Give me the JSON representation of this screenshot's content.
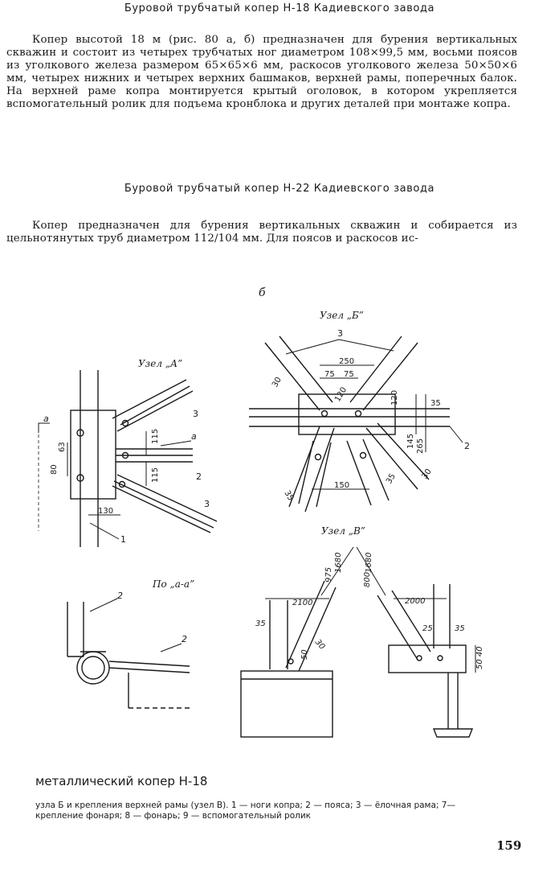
{
  "section1": {
    "heading": "Буровой трубчатый копер Н-18 Кадиевского завода",
    "paragraph": "Копер высотой 18 м (рис. 80 а, б) предназначен для бурения вертикальных скважин и состоит из четырех трубчатых ног диаметром 108×99,5 мм, восьми поясов из уголкового железа размером 65×65×6 мм, раскосов уголкового железа 50×50×6 мм, четырех нижних и четырех верхних башмаков, верхней рамы, поперечных балок. На верхней раме копра монтируется крытый оголовок, в котором укрепляется вспомогательный ролик для подъема кронблока и других деталей при монтаже копра."
  },
  "section2": {
    "heading": "Буровой трубчатый копер Н-22 Кадиевского завода",
    "paragraph": "Копер предназначен для бурения вертикальных скважин и собирается из цельнотянутых труб диаметром 112/104 мм. Для поясов и раскосов ис-"
  },
  "figure": {
    "panel_label": "б",
    "node_a": {
      "title": "Узел „А”",
      "labels": {
        "three_top": "3",
        "two": "2",
        "three_bottom": "3",
        "one": "1",
        "a": "а",
        "a_mark": "а"
      },
      "dims": {
        "d115_top": "115",
        "d115_bottom": "115",
        "d130": "130",
        "d80": "80",
        "d63": "63"
      }
    },
    "node_b": {
      "title": "Узел „Б”",
      "labels": {
        "three": "3",
        "two": "2"
      },
      "dims": {
        "d250": "250",
        "d75a": "75",
        "d75b": "75",
        "d30a": "30",
        "d120a": "120",
        "d120b": "120",
        "d35a": "35",
        "d145": "145",
        "d265": "265",
        "d30b": "30",
        "d35b": "35",
        "d150": "150",
        "d35c": "35"
      }
    },
    "node_aa": {
      "title": "По „а-а”",
      "labels": {
        "two_top": "2",
        "two_bottom": "2"
      }
    },
    "node_v": {
      "title": "Узел „В”",
      "dims": {
        "d1680a": "1680",
        "d1680b": "1680",
        "d975": "975",
        "d800": "800",
        "d2100": "2100",
        "d35a": "35",
        "d30": "30",
        "d50": "50",
        "d2000": "2000",
        "d25": "25",
        "d35b": "35",
        "d50_40": "50 40"
      }
    }
  },
  "caption": {
    "title": "металлический копер Н-18",
    "text": "узла Б и крепления верхней рамы (узел В). 1 — ноги копра; 2 — пояса; 3 — ёлочная рама; 7—крепление фонаря; 8 — фонарь; 9 — вспомогательный ролик"
  },
  "page_number": "159"
}
